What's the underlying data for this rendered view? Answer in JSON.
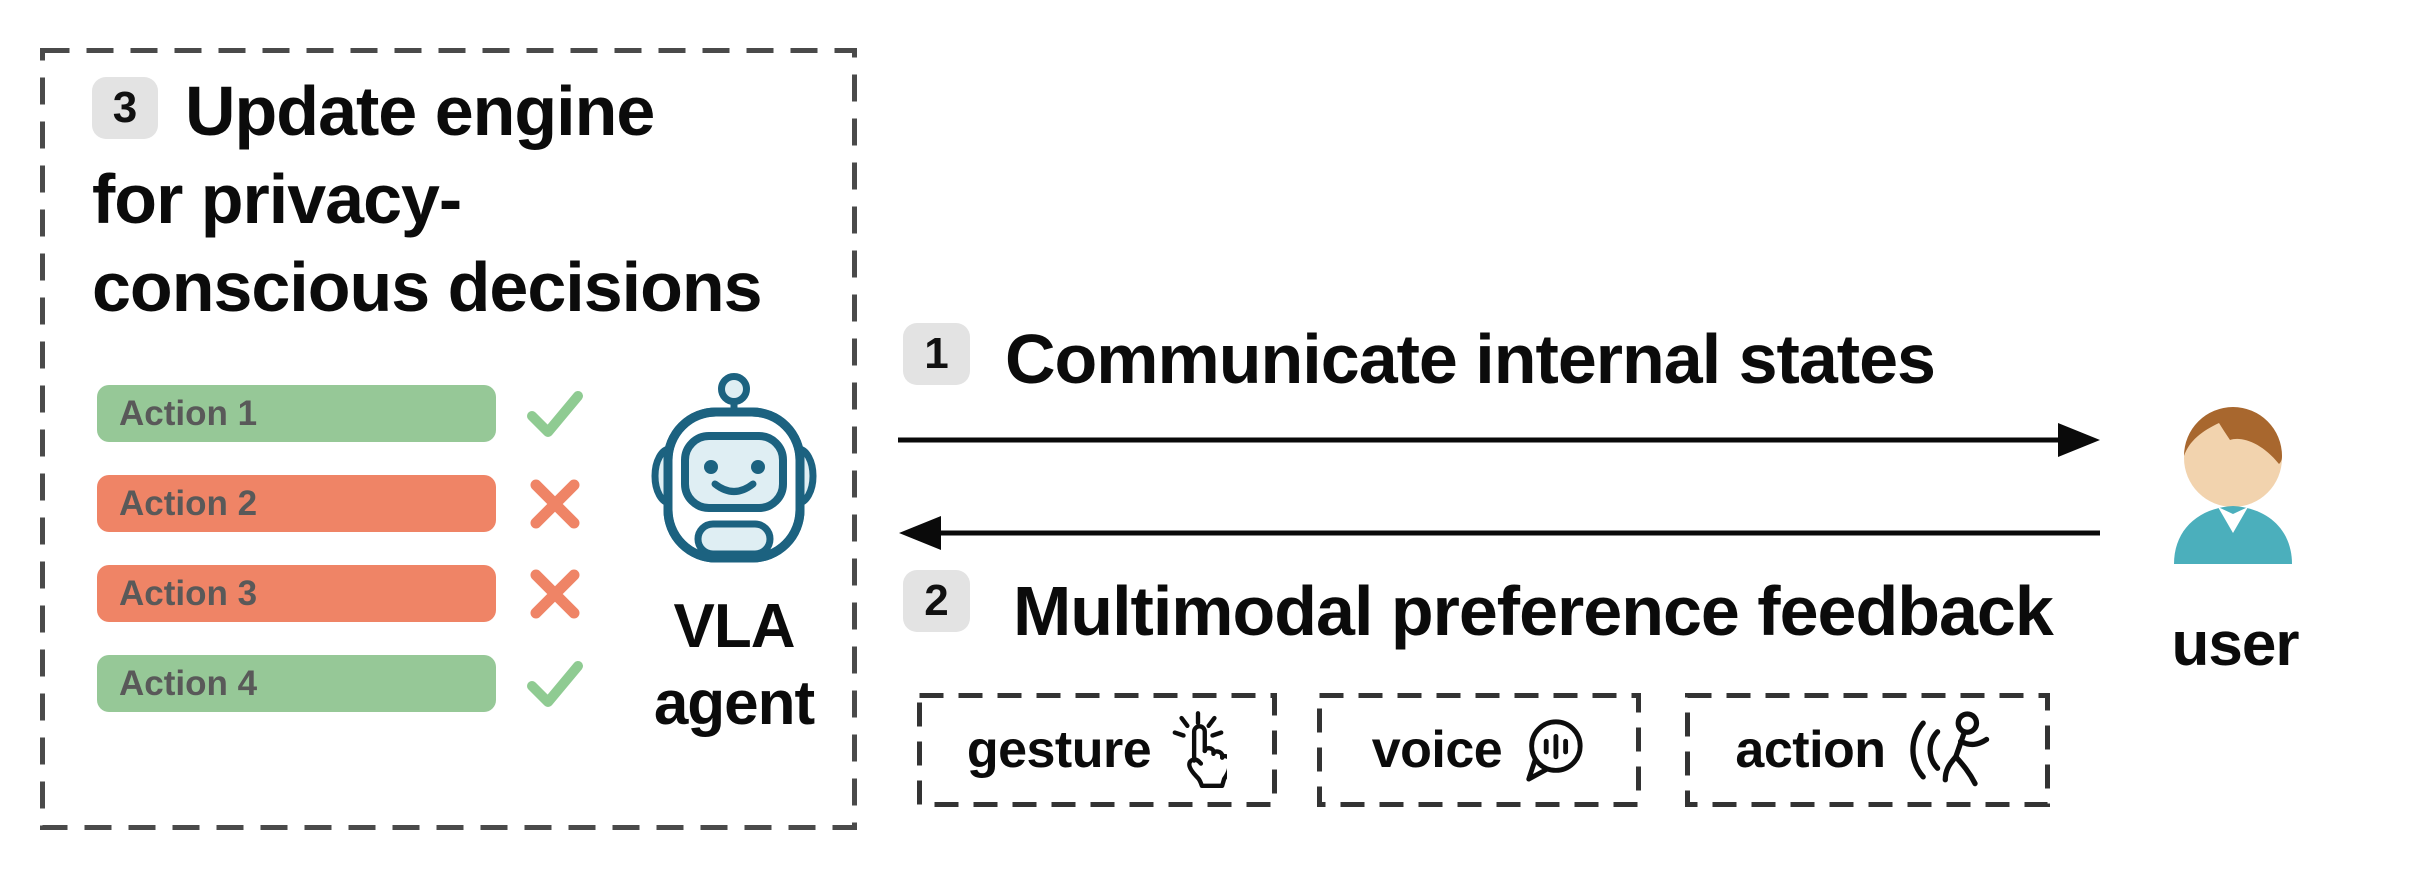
{
  "panel": {
    "step_badge": "3",
    "title_lines": [
      "Update engine",
      "for privacy-",
      "conscious decisions"
    ],
    "actions": [
      {
        "label": "Action 1",
        "verdict": "approved"
      },
      {
        "label": "Action 2",
        "verdict": "rejected"
      },
      {
        "label": "Action 3",
        "verdict": "rejected"
      },
      {
        "label": "Action 4",
        "verdict": "approved"
      }
    ]
  },
  "agent": {
    "label_lines": [
      "VLA",
      "agent"
    ]
  },
  "flows": {
    "to_user": {
      "badge": "1",
      "label": "Communicate internal states"
    },
    "to_agent": {
      "badge": "2",
      "label": "Multimodal preference feedback"
    }
  },
  "modalities": [
    {
      "label": "gesture",
      "icon": "tap-icon"
    },
    {
      "label": "voice",
      "icon": "speech-bubble-icon"
    },
    {
      "label": "action",
      "icon": "running-person-icon"
    }
  ],
  "user": {
    "label": "user"
  },
  "colors": {
    "approved_bg": "#96C897",
    "rejected_bg": "#EF8466",
    "check": "#8FCB92",
    "cross": "#EF8466",
    "robot_outline": "#1C6280",
    "robot_fill": "#DFEEF3",
    "hair": "#A8672E",
    "skin": "#F2D3AE",
    "shirt": "#4BAFBC",
    "badge_bg": "#E3E3E3",
    "action_text": "#595959",
    "dashed_border": "#4A4A4A",
    "arrow": "#0A0A0A"
  }
}
